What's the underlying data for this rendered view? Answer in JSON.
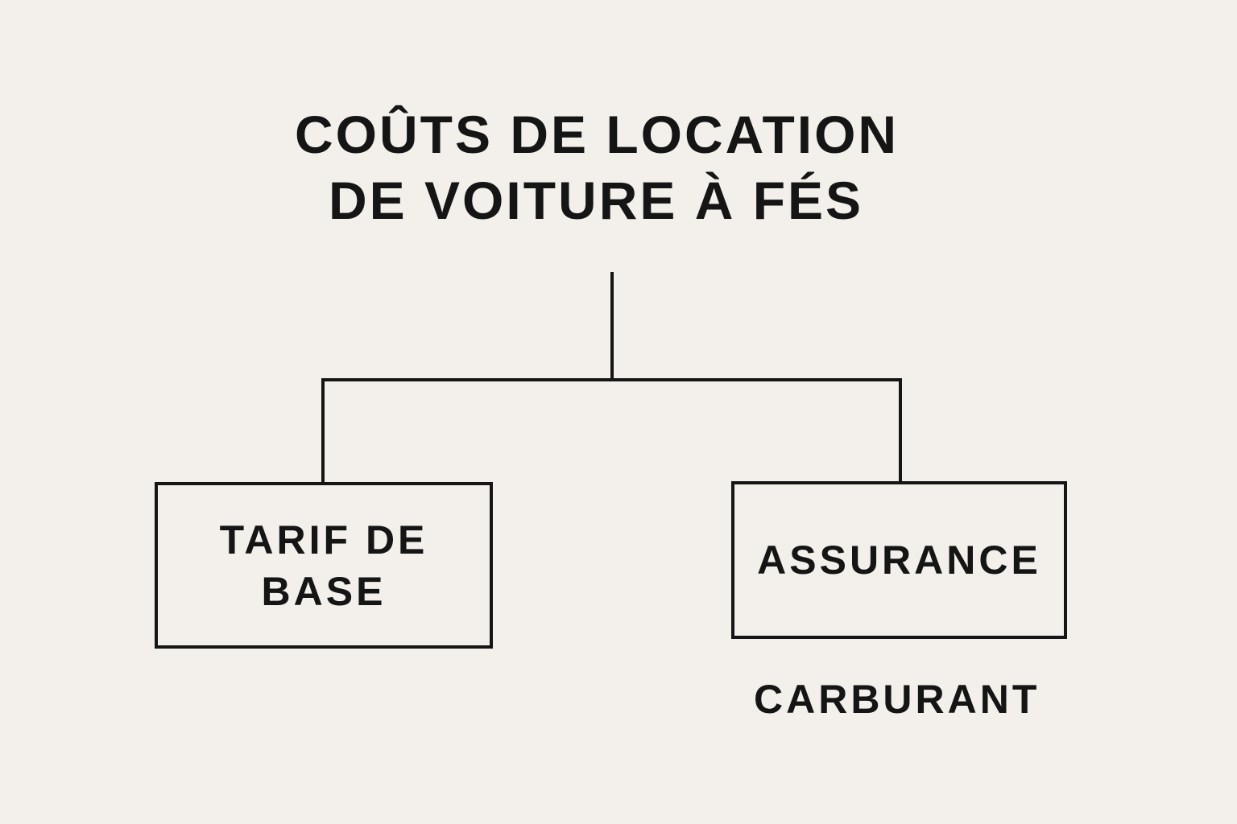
{
  "title": {
    "line1": "COÛTS DE LOCATION",
    "line2": "DE VOITURE À FÉS"
  },
  "nodes": {
    "tarif": {
      "line1": "TARIF DE",
      "line2": "BASE"
    },
    "assurance": {
      "label": "ASSURANCE"
    },
    "carburant": {
      "label": "CARBURANT"
    }
  },
  "colors": {
    "background": "#f3f0eb",
    "ink": "#151515"
  }
}
